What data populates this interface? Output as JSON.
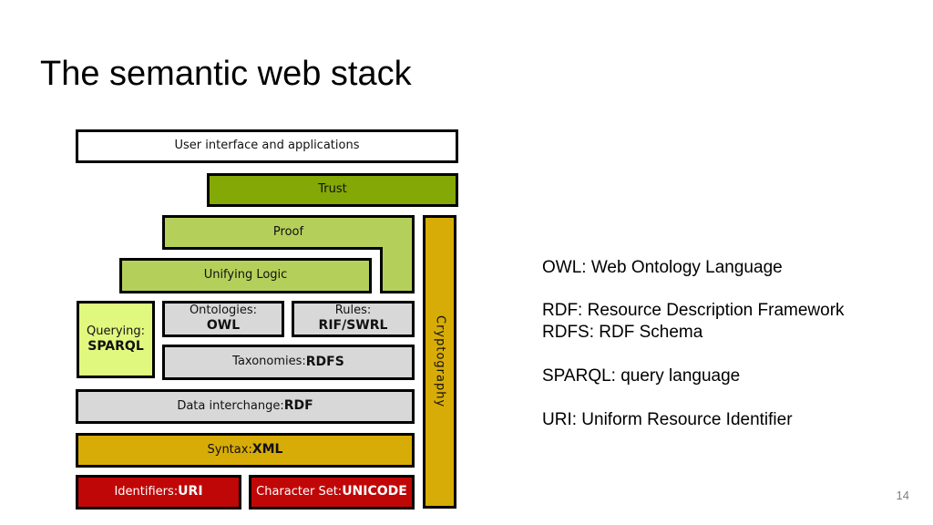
{
  "slide": {
    "title": "The semantic web stack",
    "page_number": "14"
  },
  "colors": {
    "olive_green": "#84a805",
    "leaf_green": "#b5d05a",
    "bright_yellow_green": "#e1f87e",
    "gold": "#d8ac07",
    "dark_red": "#c00707",
    "light_gray": "#d8d8d8",
    "border_black": "#000000",
    "page_number_gray": "#7e7e7e"
  },
  "diagram": {
    "boxes": {
      "ui": {
        "label": "User interface and applications"
      },
      "trust": {
        "label": "Trust"
      },
      "proof": {
        "label": "Proof"
      },
      "unifying_logic": {
        "label": "Unifying Logic"
      },
      "querying": {
        "prefix": "Querying:",
        "term": "SPARQL"
      },
      "ontologies": {
        "prefix": "Ontologies:",
        "term": "OWL"
      },
      "rules": {
        "prefix": "Rules:",
        "term": "RIF/SWRL"
      },
      "taxonomies": {
        "prefix": "Taxonomies: ",
        "term": "RDFS"
      },
      "data_interchange": {
        "prefix": "Data interchange: ",
        "term": "RDF"
      },
      "syntax": {
        "prefix": "Syntax:",
        "term": "XML"
      },
      "identifiers": {
        "prefix": "Identifiers: ",
        "term": "URI"
      },
      "character_set": {
        "prefix": "Character Set: ",
        "term": "UNICODE"
      },
      "cryptography": {
        "label": "Cryptography"
      }
    }
  },
  "annotations": {
    "owl": "OWL: Web Ontology Language",
    "rdf": "RDF: Resource Description Framework",
    "rdfs": "RDFS: RDF Schema",
    "sparql": "SPARQL: query language",
    "uri": "URI: Uniform Resource Identifier"
  }
}
